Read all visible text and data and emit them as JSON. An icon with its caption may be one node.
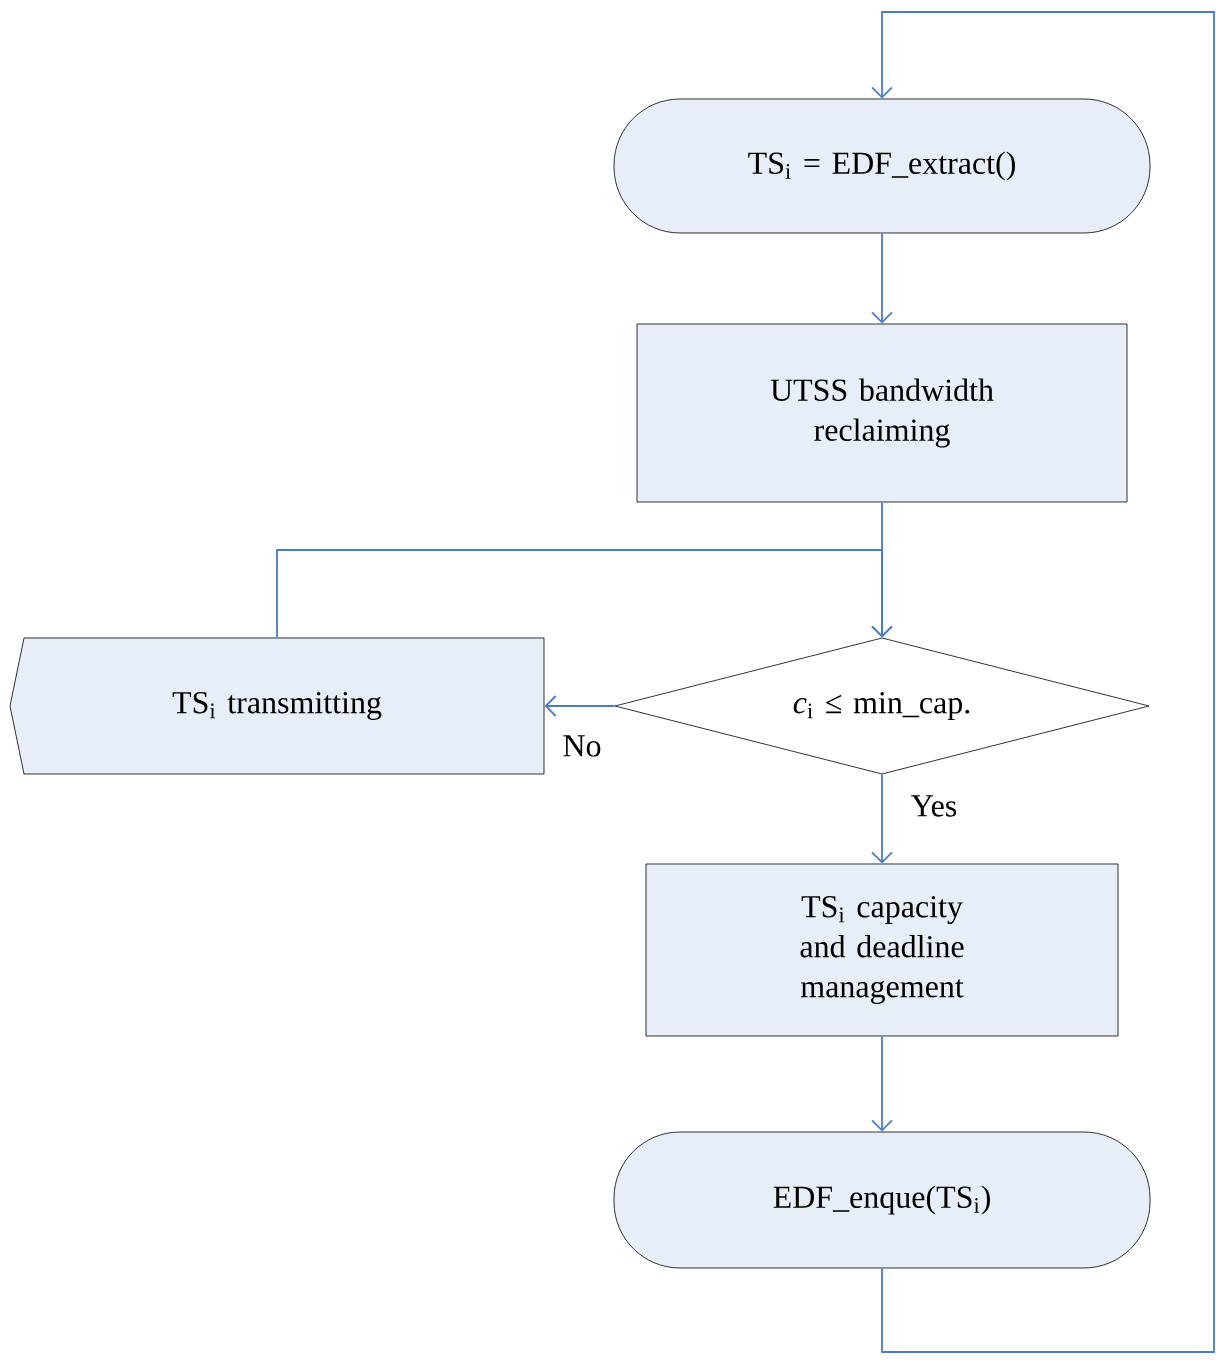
{
  "diagram": {
    "nodes": [
      {
        "text": [
          "TS$_{i}$ = EDF_extract()"
        ]
      },
      {
        "text": [
          "UTSS bandwidth reclaiming"
        ]
      },
      {
        "text": [
          "*c*$_{i}$ ≤ min_cap."
        ]
      },
      {
        "text": [
          "TS$_{i}$ transmitting"
        ]
      },
      {
        "text": [
          "TS$_{i}$ capacity and deadline management"
        ]
      },
      {
        "text": [
          "EDF_enque(TS$_{i}$)"
        ]
      }
    ],
    "edges": [
      {
        "from": 0,
        "to": 1,
        "arrow": "to"
      },
      {
        "from": 1,
        "to": 2,
        "arrow": "to"
      },
      {
        "from": 2,
        "to": 3,
        "arrow": "to",
        "label": "No"
      },
      {
        "from": 2,
        "to": 4,
        "arrow": "to",
        "label": "Yes"
      },
      {
        "from": 4,
        "to": 5,
        "arrow": "to"
      },
      {
        "from": 5,
        "to": 0,
        "arrow": "to"
      },
      {
        "from": 3,
        "to": 2,
        "arrow": "to"
      }
    ]
  }
}
